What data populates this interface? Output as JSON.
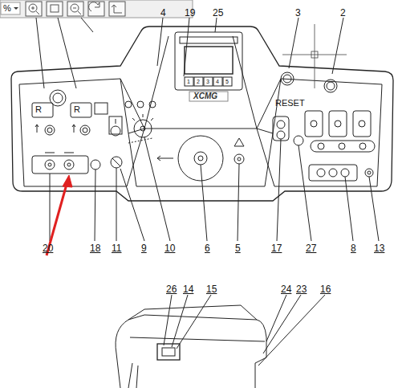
{
  "diagram": {
    "labels": [
      "%",
      "4",
      "19",
      "25",
      "3",
      "2",
      "R",
      "R",
      "RESET",
      "XCMG",
      "1",
      "2",
      "3",
      "4",
      "5",
      "20",
      "18",
      "11",
      "9",
      "10",
      "6",
      "5",
      "17",
      "27",
      "8",
      "13",
      "26",
      "14",
      "15",
      "24",
      "23",
      "16"
    ]
  }
}
